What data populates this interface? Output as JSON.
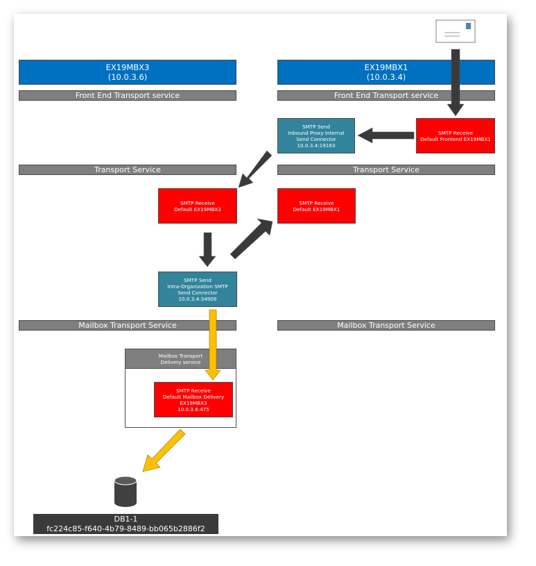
{
  "servers": {
    "left": {
      "name": "EX19MBX3",
      "ip": "(10.0.3.6)"
    },
    "right": {
      "name": "EX19MBX1",
      "ip": "(10.0.3.4)"
    }
  },
  "bars": {
    "fe_left": "Front End Transport service",
    "fe_right": "Front End Transport service",
    "transport_left": "Transport Service",
    "transport_right": "Transport Service",
    "mailbox_left": "Mailbox Transport Service",
    "mailbox_right": "Mailbox Transport Service"
  },
  "connectors": {
    "send_proxy": [
      "SMTP Send",
      "Inbound Proxy Internal",
      "Send Connector",
      "10.0.3.4:19163"
    ],
    "receive_frontend": [
      "SMTP Receive",
      "Default Frontend EX19MBX1"
    ],
    "receive_default_mbx3": [
      "SMTP Receive",
      "Default EX19MBX3"
    ],
    "receive_default_mbx1": [
      "SMTP Receive",
      "Default EX19MBX1"
    ],
    "send_intraorg": [
      "SMTP Send",
      "Intra-Organization SMTP",
      "Send Connector",
      "10.0.3.4:34909"
    ],
    "delivery_header": [
      "Mailbox Transport",
      "Delivery service"
    ],
    "receive_mailbox_delivery": [
      "SMTP Receive",
      "Default Mailbox Delivery",
      "EX19MBX3",
      "10.0.3.6:475"
    ]
  },
  "database": {
    "name": "DB1-1",
    "guid": "fc224c85-f640-4b79-8489-bb065b2886f2"
  },
  "icons": [
    "envelope-icon",
    "database-icon"
  ],
  "colors": {
    "server": "#0070c0",
    "bar": "#7f7f7f",
    "receive": "#ff0000",
    "send": "#31849b",
    "arrow_dark": "#3a3a3a",
    "arrow_yellow": "#ffc000"
  }
}
